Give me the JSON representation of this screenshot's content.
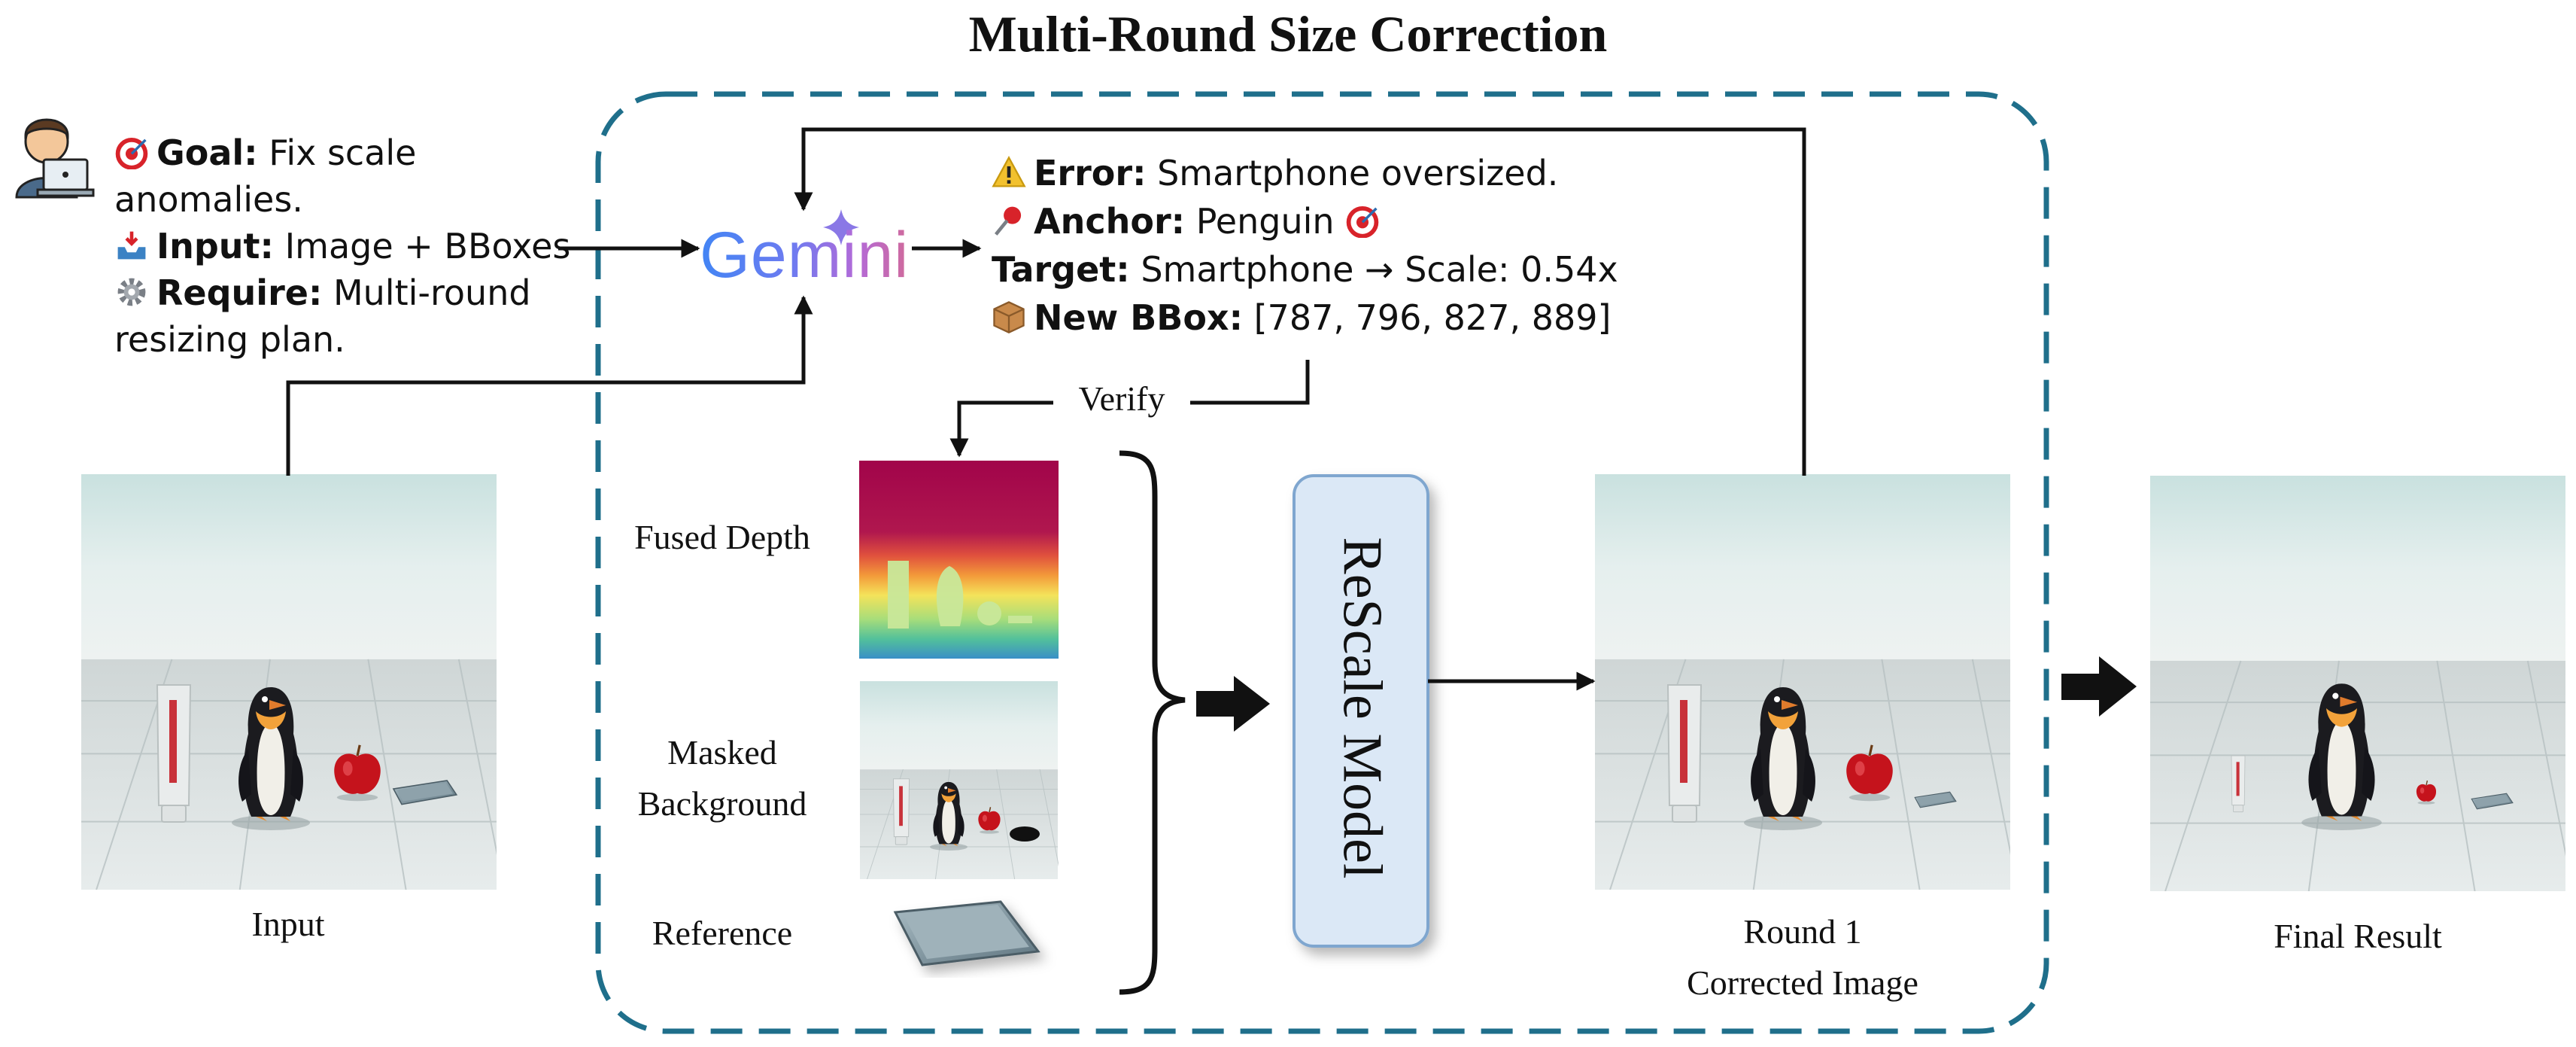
{
  "title": "Multi-Round Size Correction",
  "prompt": {
    "goal_label": "Goal:",
    "goal_text": "Fix scale anomalies.",
    "input_label": "Input:",
    "input_text": "Image + BBoxes",
    "require_label": "Require:",
    "require_text": "Multi-round resizing plan."
  },
  "gemini": {
    "wordmark": "Gemini"
  },
  "gemini_output": {
    "error_label": "Error:",
    "error_text": "Smartphone oversized.",
    "anchor_label": "Anchor:",
    "anchor_text": "Penguin",
    "target_label": "Target:",
    "target_text": "Smartphone → Scale: 0.54x",
    "bbox_label": "New BBox:",
    "bbox_text": "[787, 796, 827, 889]"
  },
  "verify_label": "Verify",
  "conditions": {
    "fused_depth": "Fused Depth",
    "masked_background": "Masked Background",
    "reference": "Reference"
  },
  "model_label": "ReScale Model",
  "captions": {
    "input": "Input",
    "round1_line1": "Round 1",
    "round1_line2": "Corrected Image",
    "final": "Final Result"
  },
  "colors": {
    "dashed_box": "#1f6f8b",
    "model_box_fill": "#dbe8f6",
    "model_box_stroke": "#7fa6cf"
  },
  "icons": [
    "user-laptop-icon",
    "target-icon",
    "inbox-tray-icon",
    "gear-icon",
    "warning-icon",
    "pushpin-icon",
    "package-icon",
    "sparkle-icon"
  ]
}
